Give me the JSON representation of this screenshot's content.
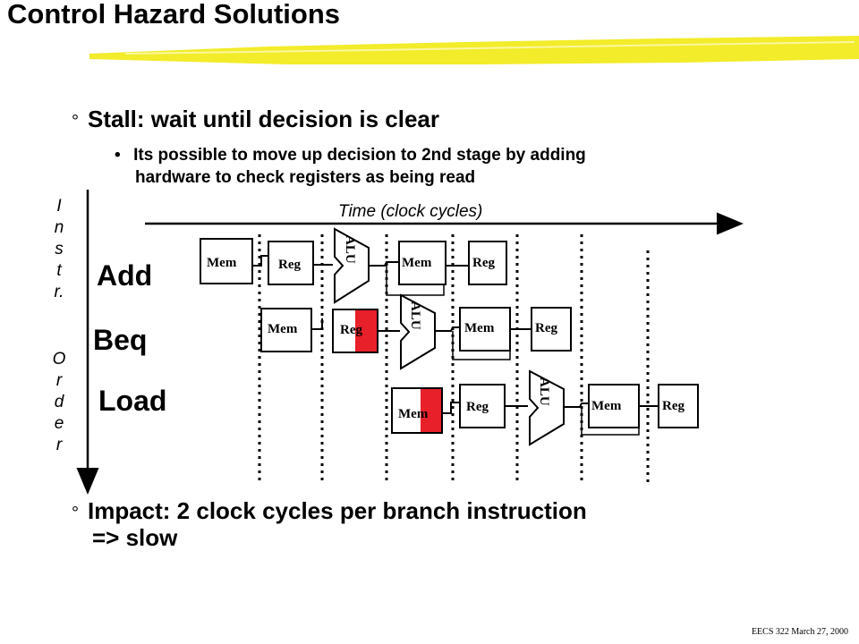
{
  "slide": {
    "title": "Control Hazard Solutions",
    "bullets": [
      {
        "symbol": "°",
        "text": "Stall: wait until decision is clear",
        "sub": [
          {
            "symbol": "•",
            "lines": [
              "Its possible to move up decision to 2nd stage by adding",
              "hardware to check registers as being read"
            ]
          }
        ]
      }
    ],
    "impact": {
      "symbol": "°",
      "lines": [
        "Impact: 2 clock cycles per branch instruction",
        "=> slow"
      ]
    },
    "footer": "EECS 322 March 27, 2000"
  },
  "diagram": {
    "axis_vertical_label": [
      "I",
      "n",
      "s",
      "t",
      "r.",
      "",
      "O",
      "r",
      "d",
      "e",
      "r"
    ],
    "axis_horizontal_label": "Time (clock cycles)",
    "instructions": [
      "Add",
      "Beq",
      "Load"
    ],
    "stage_labels": {
      "mem": "Mem",
      "reg": "Reg",
      "alu": "ALU"
    },
    "colors": {
      "highlight_yellow": "#f2ec2a",
      "stall_red": "#e8202a",
      "ink": "#000000"
    }
  }
}
